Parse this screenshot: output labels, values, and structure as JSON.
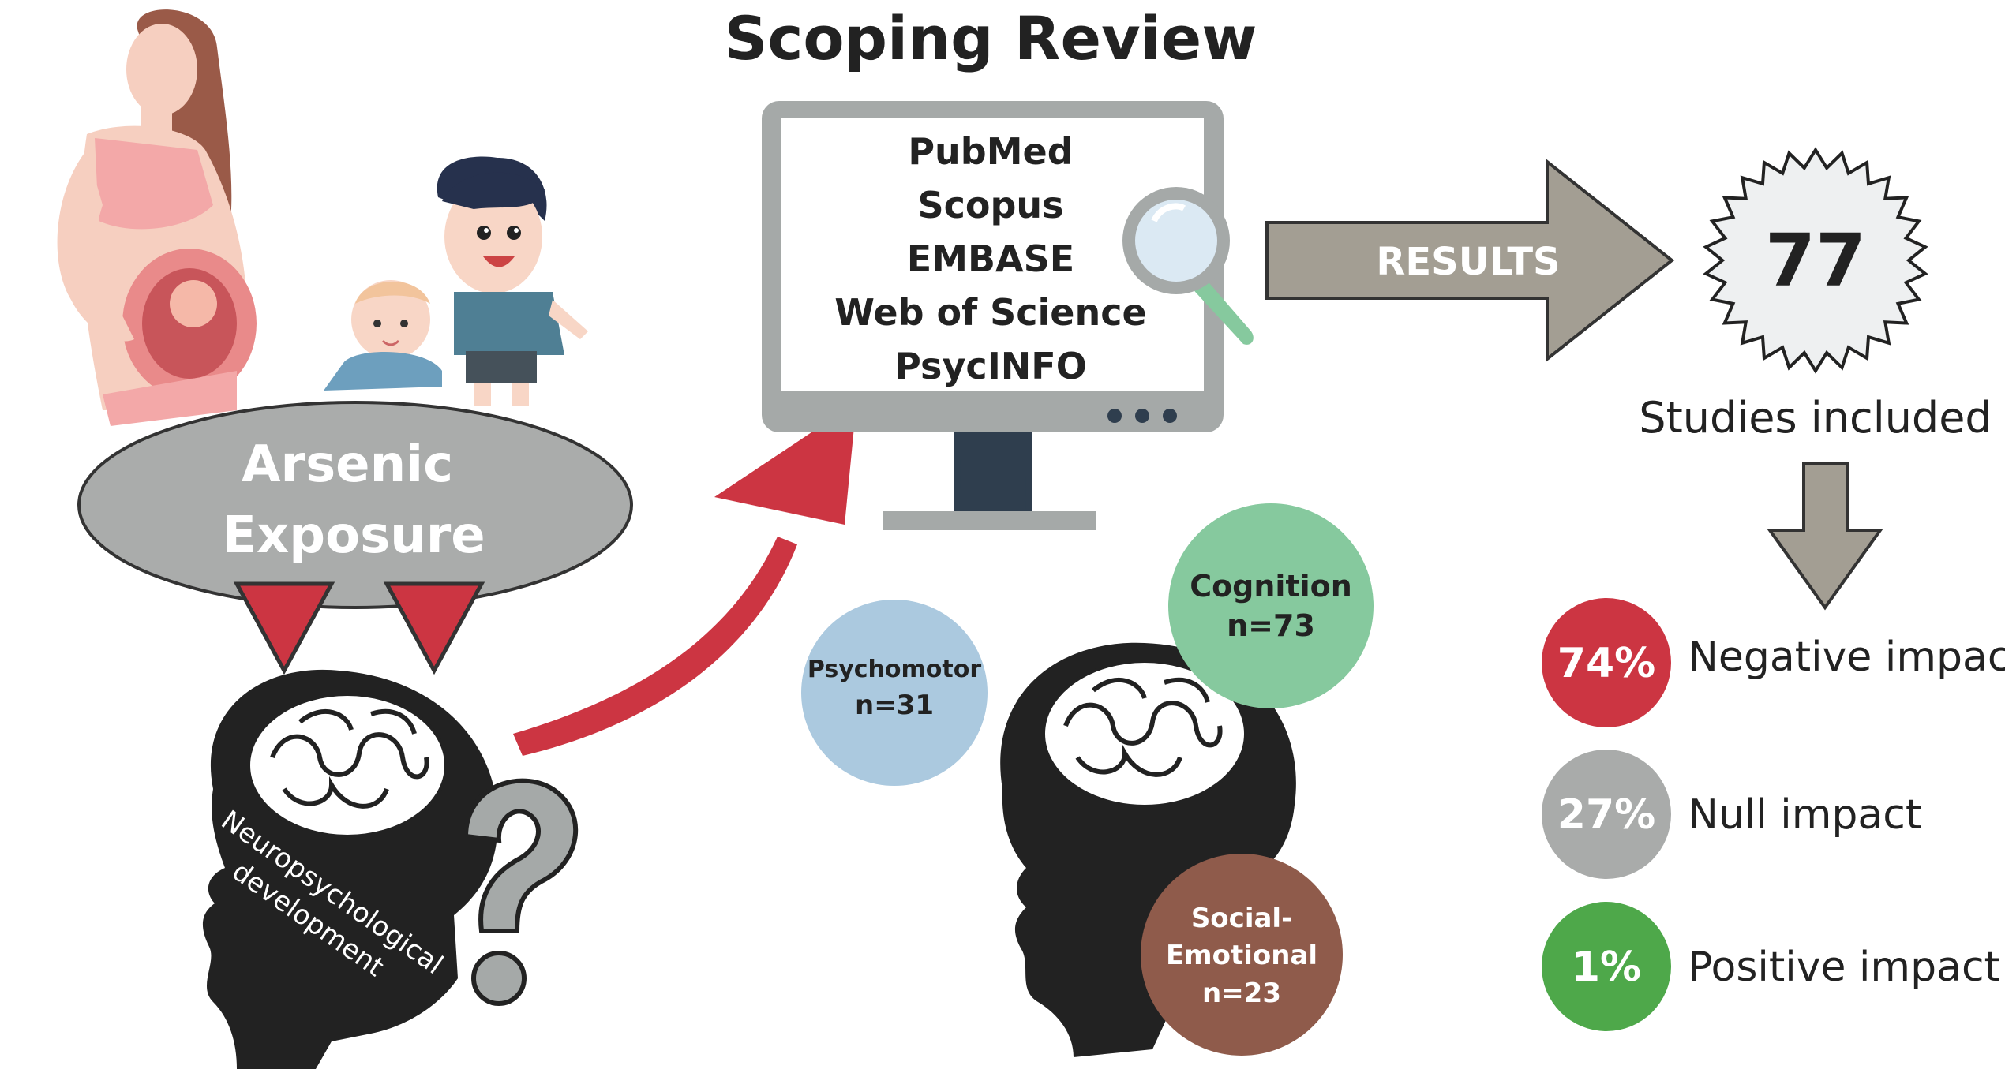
{
  "title": "Scoping Review",
  "exposure": {
    "line1": "Arsenic",
    "line2": "Exposure"
  },
  "databases": [
    "PubMed",
    "Scopus",
    "EMBASE",
    "Web of Science",
    "PsycINFO"
  ],
  "results_label": "RESULTS",
  "studies": {
    "count": "77",
    "label": "Studies included"
  },
  "neuro_label": {
    "line1": "Neuropsychological",
    "line2": "development"
  },
  "domains": {
    "psychomotor": {
      "name": "Psychomotor",
      "n": "n=31"
    },
    "cognition": {
      "name": "Cognition",
      "n": "n=73"
    },
    "social": {
      "line1": "Social-",
      "line2": "Emotional",
      "n": "n=23"
    }
  },
  "impacts": [
    {
      "percent": "74%",
      "label": "Negative impact",
      "color": "#cc3542"
    },
    {
      "percent": "27%",
      "label": "Null impact",
      "color": "#a9abaa"
    },
    {
      "percent": "1%",
      "label": "Positive impact",
      "color": "#4ea84a"
    }
  ],
  "colors": {
    "arrow_red": "#cc3542",
    "gray_arrow": "#a39e93",
    "monitor_frame": "#a5a9a8",
    "monitor_stand": "#2f3e4e",
    "ellipse_fill": "#aaacab",
    "psychomotor": "#abc9df",
    "cognition": "#86c99e",
    "social": "#8f5b4b",
    "head": "#222222",
    "badge_fill": "#eef0f1"
  }
}
